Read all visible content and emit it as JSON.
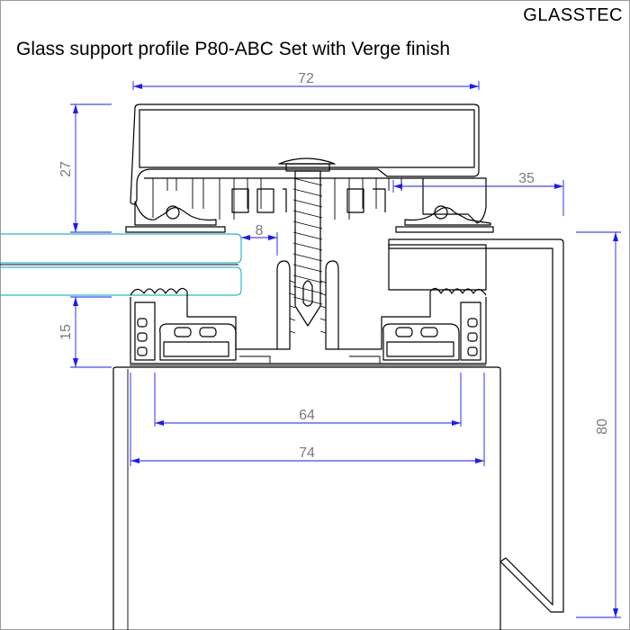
{
  "header": {
    "brand": "GLASSTEC",
    "title": "Glass support profile P80-ABC Set with Verge finish"
  },
  "dimensions": {
    "top_width": "72",
    "cap_height": "27",
    "verge_offset": "35",
    "glass_gap": "8",
    "base_height": "15",
    "inner_width": "64",
    "outer_width": "74",
    "verge_height": "80"
  },
  "colors": {
    "dimension_line": "#1a1aff",
    "dimension_text": "#7a7a7a",
    "glass_edge": "#2bb7c9",
    "outline": "#000000"
  }
}
